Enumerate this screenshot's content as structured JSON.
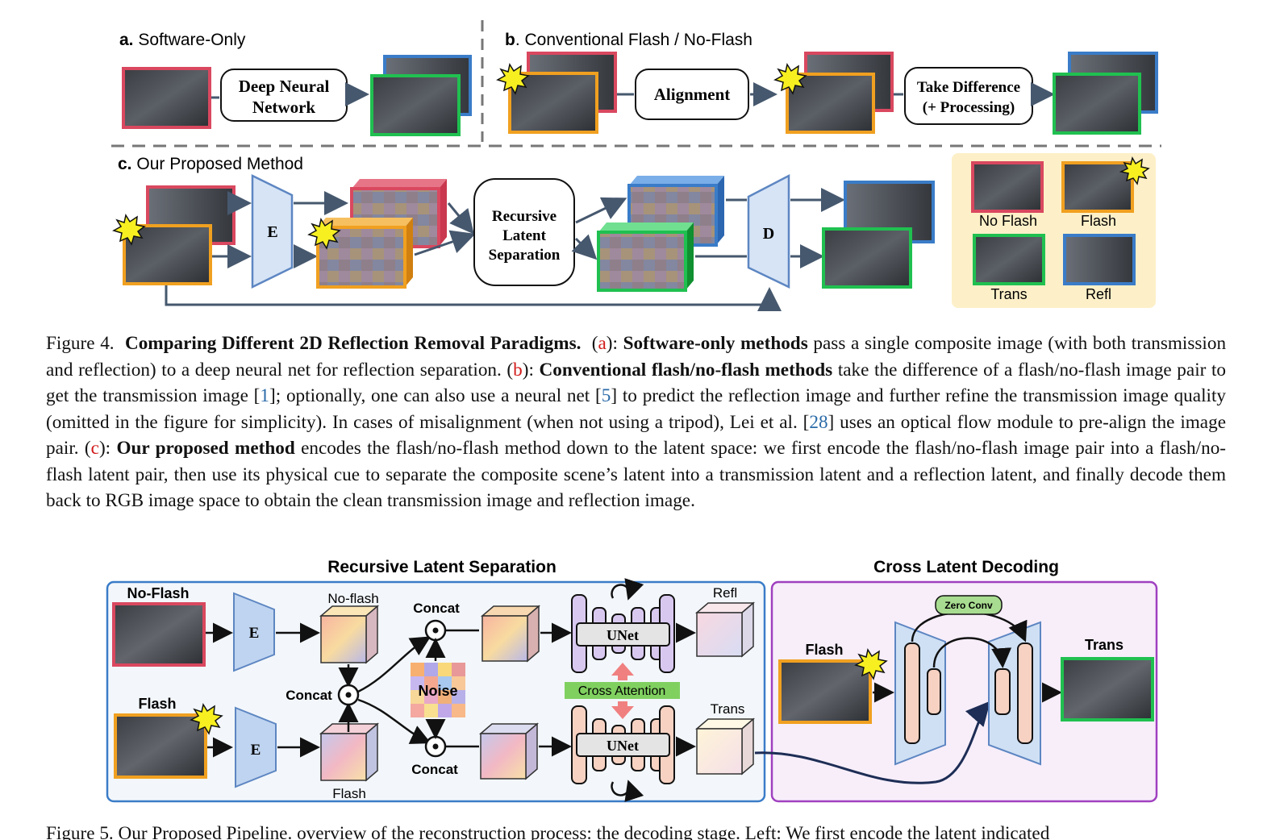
{
  "figure4": {
    "panel_a": {
      "letter": "a.",
      "title": "Software-Only",
      "box": [
        "Deep Neural",
        "Network"
      ]
    },
    "panel_b": {
      "letter": "b",
      "title": ". Conventional Flash / No-Flash",
      "align": "Alignment",
      "diff": [
        "Take Difference",
        "(+ Processing)"
      ]
    },
    "panel_c": {
      "letter": "c.",
      "title": "Our Proposed Method",
      "encoder": "E",
      "decoder": "D",
      "sep": [
        "Recursive",
        "Latent",
        "Separation"
      ]
    },
    "legend": {
      "no_flash": "No Flash",
      "flash": "Flash",
      "trans": "Trans",
      "refl": "Refl"
    },
    "colors": {
      "no_flash": "#d9485f",
      "flash": "#f0a020",
      "trans": "#20c050",
      "refl": "#3a7cc8",
      "legend_bg": "#fdf0c8"
    }
  },
  "caption4": {
    "prefix": "Figure 4.",
    "title": "Comparing Different 2D Reflection Removal Paradigms.",
    "a_open": "(",
    "a_lbl": "a",
    "a_close": "):",
    "a_bold": "Software-only methods",
    "a_text": "pass a single composite image (with both transmission and reflection) to a deep neural net for reflection separation.",
    "b_open": "(",
    "b_lbl": "b",
    "b_close": "):",
    "b_bold": "Conventional flash/no-flash methods",
    "b_text1": "take the difference of a flash/no-flash image pair to get the transmission image [",
    "cite1": "1",
    "b_text2": "]; optionally, one can also use a neural net [",
    "cite2": "5",
    "b_text3": "] to predict the reflection image and further refine the transmission image quality (omitted in the figure for simplicity). In cases of misalignment (when not using a tripod), Lei et al. [",
    "cite3": "28",
    "b_text4": "] uses an optical flow module to pre-align the image pair.",
    "c_open": "(",
    "c_lbl": "c",
    "c_close": "):",
    "c_bold": "Our proposed method",
    "c_text": "encodes the flash/no-flash method down to the latent space: we first encode the flash/no-flash image pair into a flash/no-flash latent pair, then use its physical cue to separate the composite scene’s latent into a transmission latent and a reflection latent, and finally decode them back to RGB image space to obtain the clean transmission image and reflection image."
  },
  "figure5": {
    "left_title": "Recursive Latent Separation",
    "right_title": "Cross Latent Decoding",
    "no_flash_img": "No-Flash",
    "flash_img": "Flash",
    "encoder": "E",
    "no_flash_latent": "No-flash",
    "flash_latent": "Flash",
    "concat_mid": "Concat",
    "concat_top": "Concat",
    "concat_bottom": "Concat",
    "noise": "Noise",
    "unet": "UNet",
    "cross_attention": "Cross Attention",
    "refl": "Refl",
    "trans": "Trans",
    "zero_conv": "Zero Conv",
    "flash_dec": "Flash",
    "trans_out": "Trans",
    "colors": {
      "left_border": "#3a7cc8",
      "right_border": "#a040c0",
      "right_bg": "#f7eefa",
      "left_bg": "#f3f7fb",
      "unet_top": "#d8c8f0",
      "unet_bottom": "#f7d2c2",
      "cross_attn": "#80d060"
    }
  },
  "caption5": {
    "text": "Figure 5.  Our Proposed Pipeline.  overview of the reconstruction process: the decoding stage.  Left:  We first encode the latent indicated"
  }
}
